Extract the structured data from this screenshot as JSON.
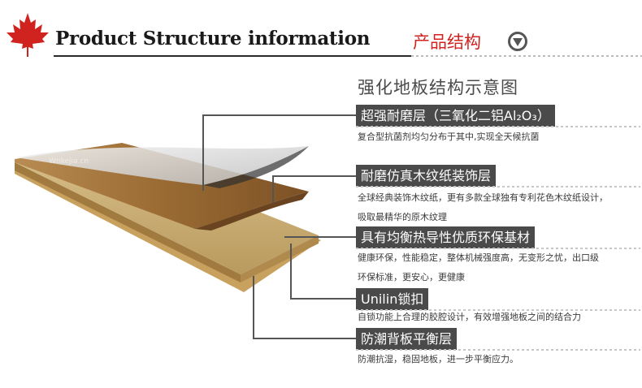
{
  "header": {
    "title_en": "Product Structure information",
    "title_cn": "产品结构",
    "icon": "maple-leaf-icon",
    "badge_icon": "down-triangle-badge-icon",
    "accent": "#d0231f"
  },
  "diagram": {
    "title": "强化地板结构示意图",
    "watermark": "Wnkejia.cn",
    "layers": [
      {
        "label": "超强耐磨层（三氧化二铝Al₂O₃）",
        "desc": [
          "复合型抗菌剂均匀分布于其中,实现全天候抗菌"
        ]
      },
      {
        "label": "耐磨仿真木纹纸装饰层",
        "desc": [
          "全球经典装饰木纹纸，更有多款全球独有专利花色木纹纸设计，",
          "吸取最精华的原木纹理"
        ]
      },
      {
        "label": "具有均衡热导性优质环保基材",
        "desc": [
          "健康环保，性能稳定，整体机械强度高，无变形之忧，出口级",
          "环保标准，更安心，更健康"
        ]
      },
      {
        "label": "Unilin锁扣",
        "desc": [
          "自锁功能上合理的胶腔设计，有效增强地板之间的结合力"
        ]
      },
      {
        "label": "防潮背板平衡层",
        "desc": [
          "防潮抗湿，稳固地板，进一步平衡应力。"
        ]
      }
    ]
  }
}
